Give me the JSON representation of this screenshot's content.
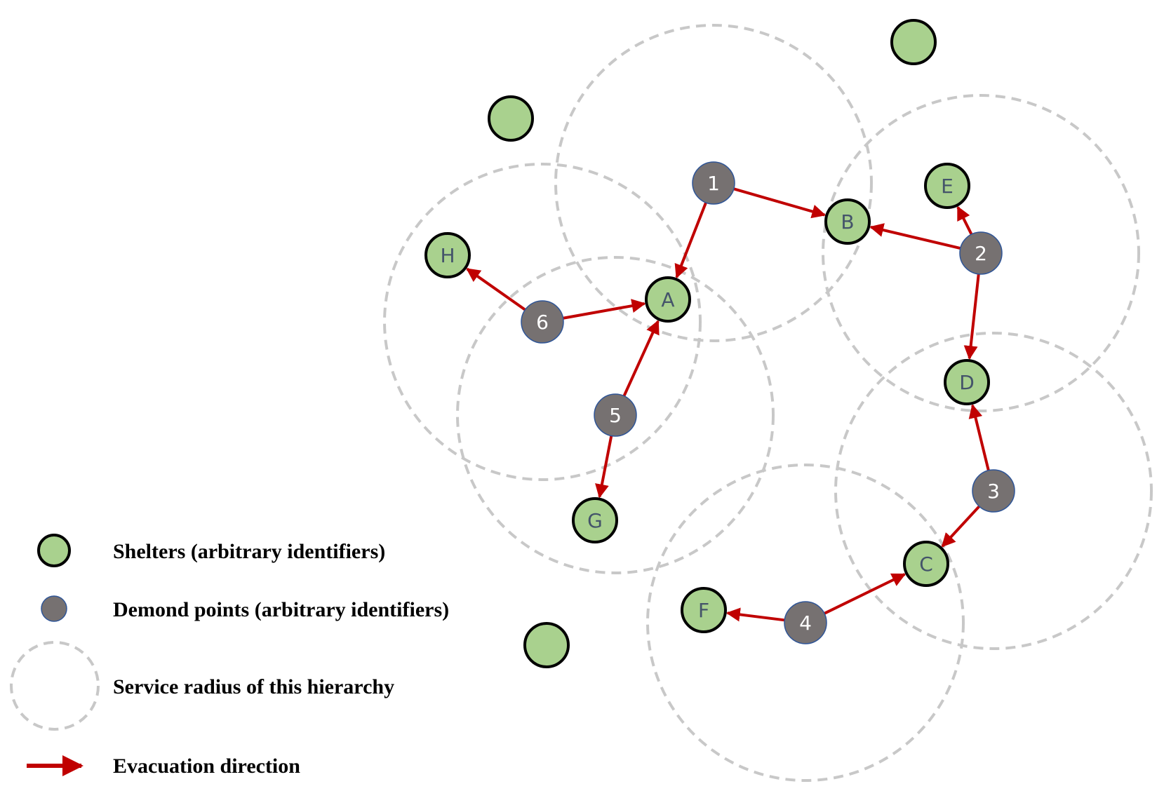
{
  "colors": {
    "shelter_fill": "#a9d18e",
    "shelter_stroke": "#000000",
    "demand_fill": "#767171",
    "demand_stroke": "#2f5597",
    "arrow": "#c00000",
    "radius": "#c8c8c8"
  },
  "shelters": [
    {
      "id": "A",
      "label": "A"
    },
    {
      "id": "B",
      "label": "B"
    },
    {
      "id": "C",
      "label": "C"
    },
    {
      "id": "D",
      "label": "D"
    },
    {
      "id": "E",
      "label": "E"
    },
    {
      "id": "F",
      "label": "F"
    },
    {
      "id": "G",
      "label": "G"
    },
    {
      "id": "H",
      "label": "H"
    },
    {
      "id": "u1",
      "label": ""
    },
    {
      "id": "u2",
      "label": ""
    },
    {
      "id": "u3",
      "label": ""
    }
  ],
  "demand_points": [
    {
      "id": "1",
      "label": "1"
    },
    {
      "id": "2",
      "label": "2"
    },
    {
      "id": "3",
      "label": "3"
    },
    {
      "id": "4",
      "label": "4"
    },
    {
      "id": "5",
      "label": "5"
    },
    {
      "id": "6",
      "label": "6"
    }
  ],
  "service_radius_centers": [
    "1",
    "2",
    "3",
    "4",
    "5",
    "6"
  ],
  "evacuation_edges": [
    {
      "from": "1",
      "to": "A"
    },
    {
      "from": "1",
      "to": "B"
    },
    {
      "from": "2",
      "to": "B"
    },
    {
      "from": "2",
      "to": "E"
    },
    {
      "from": "2",
      "to": "D"
    },
    {
      "from": "3",
      "to": "D"
    },
    {
      "from": "3",
      "to": "C"
    },
    {
      "from": "4",
      "to": "C"
    },
    {
      "from": "4",
      "to": "F"
    },
    {
      "from": "5",
      "to": "A"
    },
    {
      "from": "5",
      "to": "G"
    },
    {
      "from": "6",
      "to": "A"
    },
    {
      "from": "6",
      "to": "H"
    }
  ],
  "legend": {
    "shelters": "Shelters (arbitrary identifiers)",
    "demand": "Demond points (arbitrary identifiers)",
    "radius": "Service radius of this hierarchy",
    "evacuation": "Evacuation direction"
  }
}
